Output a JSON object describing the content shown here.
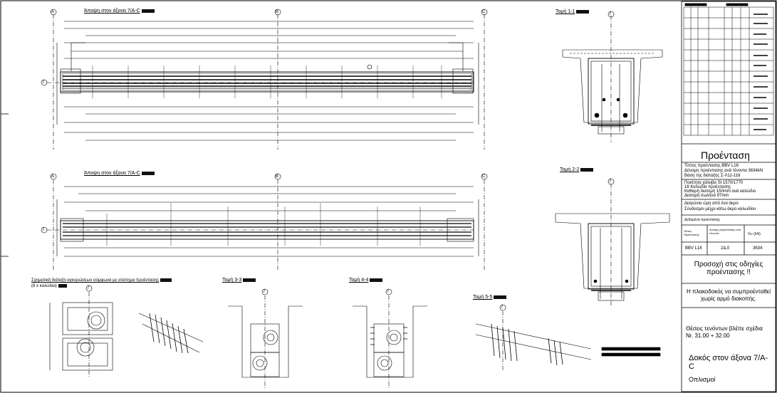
{
  "elevation_top_title": "Άποψη στον άξονα 7/A-C",
  "elevation_bottom_title": "Άποψη στον άξονα 7/A-C",
  "section_1_title": "Τομή 1-1",
  "section_2_title": "Τομή 2-2",
  "detail_a_title": "Σχηματική διάταξη αγκυρώσεων σύμφωνα με σύστημα προέντασης",
  "detail_a_sub": "(8 x καλώδια)",
  "detail_b_title": "Τομή 3-3",
  "detail_c_title": "Τομή 4-4",
  "detail_d_title": "Τομή 5-5",
  "grid_axes": [
    "A",
    "B",
    "C"
  ],
  "grid_number": "7",
  "title_block": {
    "heading": "Προένταση",
    "system_lines": [
      "Τύπος προέντασης BBV L16",
      "Δύναμη προέντασης ανά τένοντα 3634kN",
      "Βάση της διάταξης Σ-Λ11-116"
    ],
    "material_lines": [
      "Ποιότητα χάλυβα St 1570/1770",
      "16 Καλώδια προέντασης",
      "Καθαρή διατομή 150mm ανά καλώδιο",
      "Διατομή σωλήνα 97mm"
    ],
    "note_lines": [
      "Διαγώνια ώρη από ένα άκρο",
      "Σύνδεσμοι μέχρι κάτω άκρο καλωδίου"
    ],
    "table_caption": "Δεδομένα προέντασης",
    "table_headers": [
      "Τύπος Προέντασης",
      "Δύναμη προέντασης ανά τένοντα",
      "V∞ (kN)"
    ],
    "table_values": [
      "BBV L16",
      "2Δ,0",
      "3634"
    ],
    "warning": "Προσοχή στις οδηγίες προέντασης !!",
    "note_cable": "Η πλακοδοκός να συμπροένταθεί χωρίς αρμό διακοπής.",
    "ref_text": "Θέσεις τενόντων βλέπε σχέδια Nr. 31.00 + 32.00",
    "drawing_title": "Δοκός στον άξονα 7/A-C",
    "drawing_subtitle": "Οπλισμοί"
  }
}
